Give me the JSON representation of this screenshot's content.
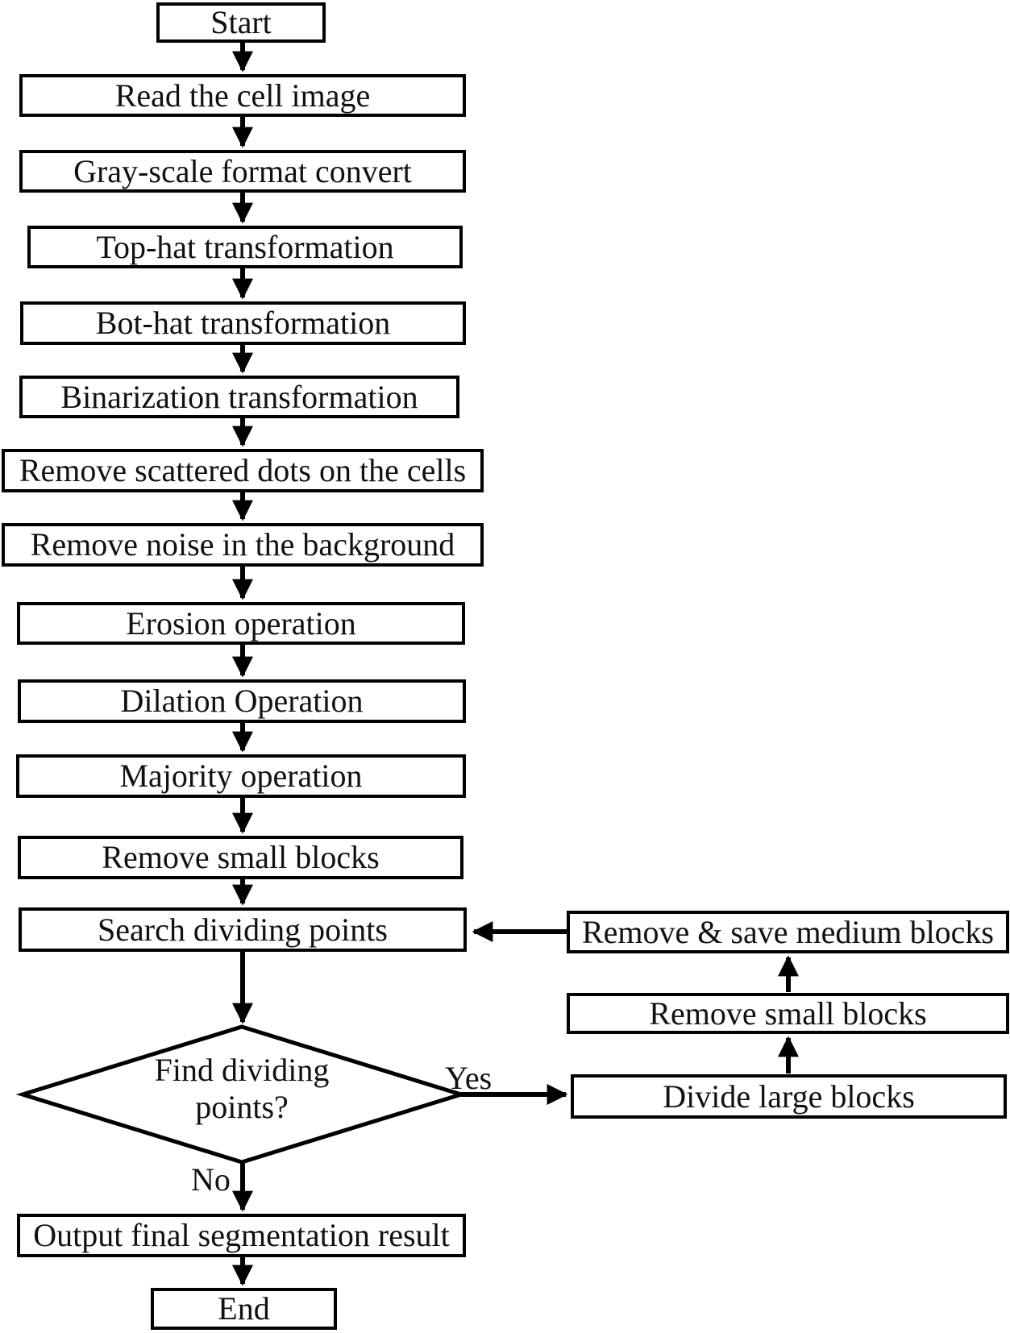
{
  "flowchart": {
    "nodes": [
      {
        "id": "start",
        "label": "Start",
        "shape": "rect"
      },
      {
        "id": "read-cell-image",
        "label": "Read the cell image",
        "shape": "rect"
      },
      {
        "id": "gray-scale-convert",
        "label": "Gray-scale format convert",
        "shape": "rect"
      },
      {
        "id": "top-hat",
        "label": "Top-hat transformation",
        "shape": "rect"
      },
      {
        "id": "bot-hat",
        "label": "Bot-hat transformation",
        "shape": "rect"
      },
      {
        "id": "binarization",
        "label": "Binarization transformation",
        "shape": "rect"
      },
      {
        "id": "remove-scattered-dots",
        "label": "Remove scattered dots on the cells",
        "shape": "rect"
      },
      {
        "id": "remove-noise",
        "label": "Remove noise in the background",
        "shape": "rect"
      },
      {
        "id": "erosion",
        "label": "Erosion operation",
        "shape": "rect"
      },
      {
        "id": "dilation",
        "label": "Dilation Operation",
        "shape": "rect"
      },
      {
        "id": "majority",
        "label": "Majority operation",
        "shape": "rect"
      },
      {
        "id": "remove-small-blocks",
        "label": "Remove small blocks",
        "shape": "rect"
      },
      {
        "id": "search-dividing-points",
        "label": "Search dividing points",
        "shape": "rect"
      },
      {
        "id": "output-final-result",
        "label": "Output final segmentation result",
        "shape": "rect"
      },
      {
        "id": "end",
        "label": "End",
        "shape": "rect"
      }
    ],
    "loop_nodes": [
      {
        "id": "divide-large-blocks",
        "label": "Divide large blocks",
        "shape": "rect"
      },
      {
        "id": "remove-small-blocks-2",
        "label": "Remove small blocks",
        "shape": "rect"
      },
      {
        "id": "remove-save-medium-blocks",
        "label": "Remove & save medium blocks",
        "shape": "rect"
      }
    ],
    "decision": {
      "id": "find-dividing-points",
      "label_line1": "Find dividing",
      "label_line2": "points?",
      "shape": "diamond",
      "yes_label": "Yes",
      "no_label": "No"
    },
    "colors": {
      "stroke": "#000000",
      "fill": "#ffffff",
      "text": "#111111"
    }
  }
}
